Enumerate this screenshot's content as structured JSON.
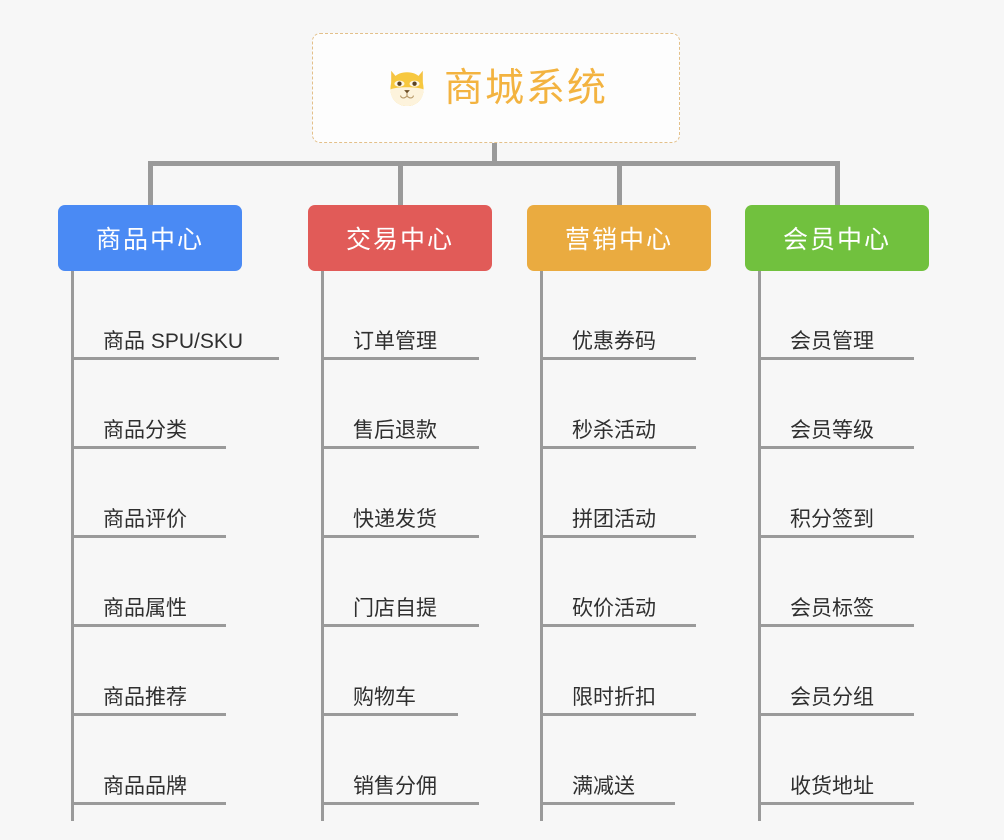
{
  "background_color": "#f7f7f7",
  "root": {
    "icon": "shiba-dog-face-icon",
    "title": "商城系统",
    "title_color": "#f3b340",
    "border_color": "#e3c08a"
  },
  "connector_color": "#9a9a9a",
  "branches": [
    {
      "title": "商品中心",
      "color": "#4a8af4",
      "items": [
        "商品 SPU/SKU",
        "商品分类",
        "商品评价",
        "商品属性",
        "商品推荐",
        "商品品牌"
      ]
    },
    {
      "title": "交易中心",
      "color": "#e15b58",
      "items": [
        "订单管理",
        "售后退款",
        "快递发货",
        "门店自提",
        "购物车",
        "销售分佣"
      ]
    },
    {
      "title": "营销中心",
      "color": "#eaab40",
      "items": [
        "优惠券码",
        "秒杀活动",
        "拼团活动",
        "砍价活动",
        "限时折扣",
        "满减送"
      ]
    },
    {
      "title": "会员中心",
      "color": "#71c13e",
      "items": [
        "会员管理",
        "会员等级",
        "积分签到",
        "会员标签",
        "会员分组",
        "收货地址"
      ]
    }
  ]
}
